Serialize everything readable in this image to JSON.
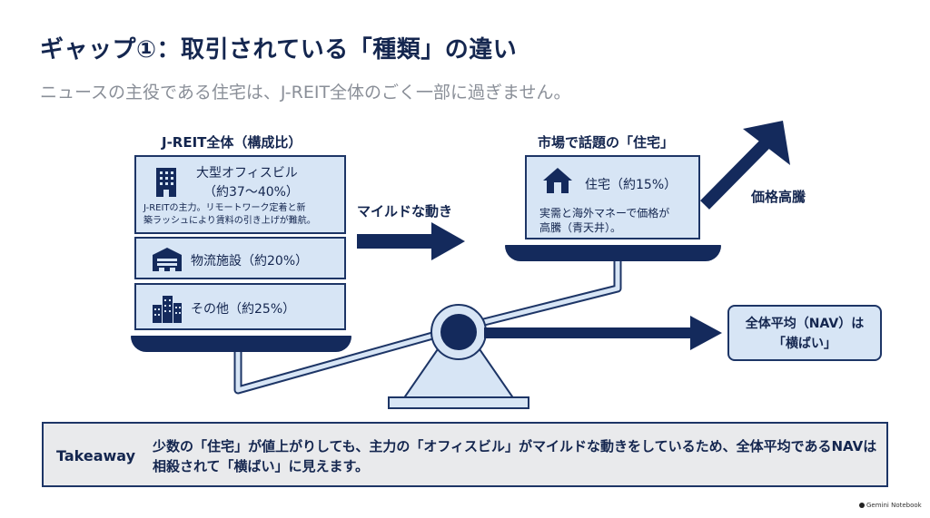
{
  "title": "ギャップ①：取引されている「種類」の違い",
  "subtitle": "ニュースの主役である住宅は、J-REIT全体のごく一部に過ぎません。",
  "left_group": {
    "heading": "J-REIT全体（構成比）",
    "office": {
      "label_line1": "大型オフィスビル",
      "label_line2": "（約37〜40%）",
      "note_line1": "J-REITの主力。リモートワーク定着と新",
      "note_line2": "築ラッシュにより賃料の引き上げが難航。",
      "icon": "office-building-icon"
    },
    "logistics": {
      "label": "物流施設（約20%）",
      "icon": "warehouse-icon"
    },
    "other": {
      "label": "その他（約25%）",
      "icon": "city-buildings-icon"
    }
  },
  "right_group": {
    "heading": "市場で話題の「住宅」",
    "housing": {
      "label": "住宅（約15%）",
      "note_line1": "実需と海外マネーで価格が",
      "note_line2": "高騰（青天井）。",
      "icon": "house-icon"
    }
  },
  "mild_movement": "マイルドな動き",
  "price_surge": "価格高騰",
  "nav": {
    "line1": "全体平均（NAV）は",
    "line2": "「横ばい」"
  },
  "takeaway": {
    "label": "Takeaway",
    "text": "少数の「住宅」が値上がりしても、主力の「オフィスビル」がマイルドな動きをしているため、全体平均であるNAVは相殺されて「横ばい」に見えます。"
  },
  "brand": "Gemini Notebook",
  "colors": {
    "navy": "#142a5c",
    "box_fill": "#d7e5f5",
    "gray_text": "#8a8f98"
  }
}
